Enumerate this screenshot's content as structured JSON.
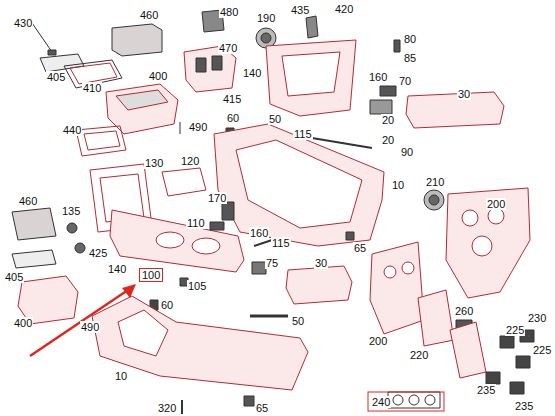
{
  "diagram": {
    "nodes": [
      {
        "text": [
          "100"
        ]
      }
    ],
    "labels": [
      "430",
      "460",
      "480",
      "190",
      "435",
      "420",
      "405",
      "410",
      "470",
      "400",
      "80",
      "85",
      "415",
      "140",
      "160",
      "70",
      "30",
      "440",
      "490",
      "60",
      "50",
      "115",
      "20",
      "20",
      "90",
      "130",
      "120",
      "10",
      "460",
      "135",
      "170",
      "210",
      "200",
      "110",
      "160",
      "425",
      "115",
      "65",
      "405",
      "140",
      "75",
      "30",
      "105",
      "60",
      "400",
      "490",
      "50",
      "200",
      "260",
      "230",
      "225",
      "220",
      "225",
      "10",
      "235",
      "240",
      "235",
      "320",
      "65"
    ]
  }
}
